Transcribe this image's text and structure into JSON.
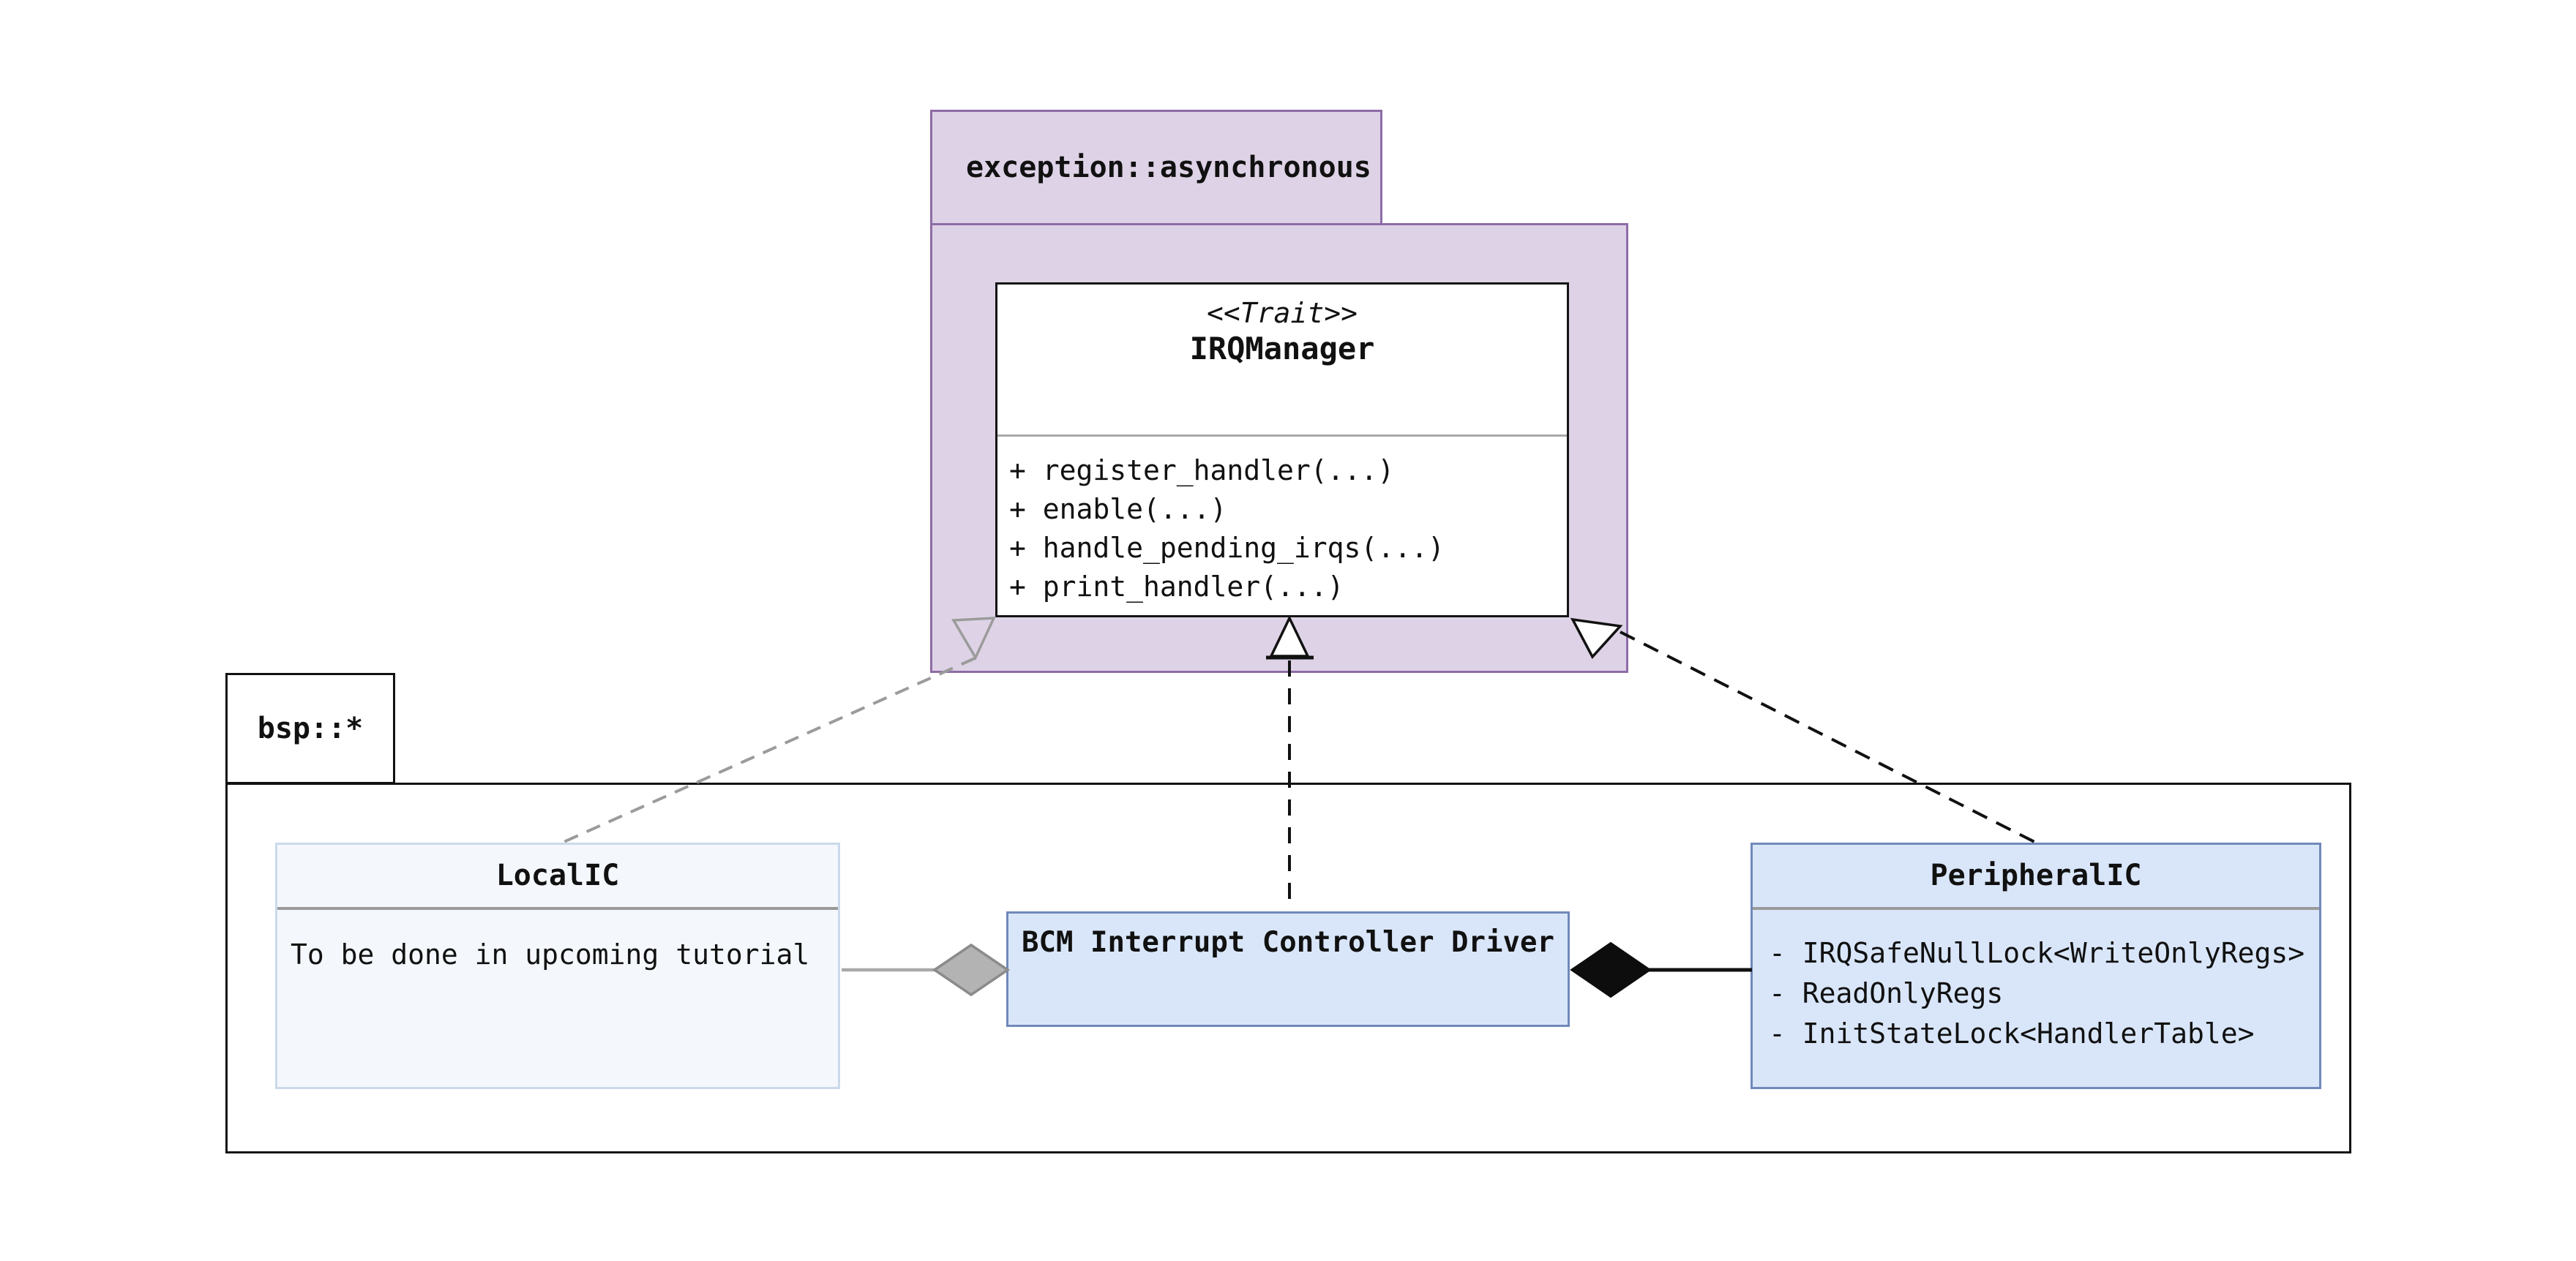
{
  "diagram_title": "IRQ handling architecture UML diagram",
  "colors": {
    "package_purple_fill": "#ded3e6",
    "package_purple_border": "#8d6ca7",
    "class_box_fill": "#ffffff",
    "class_box_border": "#141414",
    "divider_light_gray": "#a8a8a8",
    "divider_gray": "#9a9a9a",
    "blue_box_fill": "#d9e6f9",
    "blue_box_border": "#7089ba",
    "localic_fill": "#f4f8fd",
    "localic_border": "#ccd9eb",
    "gray_link": "#9b9b9b",
    "black_link": "#111111",
    "aggregation_diamond_fill": "#b3b3b3",
    "aggregation_diamond_border": "#8b8b8b",
    "composition_diamond_fill": "#0d0d0d"
  },
  "package_exception": {
    "label": "exception::asynchronous",
    "irq_manager": {
      "stereotype": "<<Trait>>",
      "name": "IRQManager",
      "methods": [
        "+ register_handler(...)",
        "+ enable(...)",
        "+ handle_pending_irqs(...)",
        "+ print_handler(...)"
      ]
    }
  },
  "package_bsp": {
    "label": "bsp::*",
    "local_ic": {
      "name": "LocalIC",
      "note": "To be done in upcoming tutorial"
    },
    "bcm_driver": {
      "name": "BCM Interrupt Controller Driver"
    },
    "peripheral_ic": {
      "name": "PeripheralIC",
      "attributes": [
        "- IRQSafeNullLock<WriteOnlyRegs>",
        "- ReadOnlyRegs",
        "- InitStateLock<HandlerTable>"
      ]
    }
  },
  "relationships": [
    {
      "from": "LocalIC",
      "to": "IRQManager",
      "type": "realization",
      "style": "dashed-gray-hollow-triangle"
    },
    {
      "from": "BCM Interrupt Controller Driver",
      "to": "IRQManager",
      "type": "realization",
      "style": "dashed-black-hollow-triangle"
    },
    {
      "from": "PeripheralIC",
      "to": "IRQManager",
      "type": "realization",
      "style": "dashed-black-hollow-triangle"
    },
    {
      "from": "LocalIC",
      "to": "BCM Interrupt Controller Driver",
      "type": "aggregation",
      "style": "solid-gray-hollow-diamond"
    },
    {
      "from": "PeripheralIC",
      "to": "BCM Interrupt Controller Driver",
      "type": "composition",
      "style": "solid-black-filled-diamond"
    }
  ]
}
